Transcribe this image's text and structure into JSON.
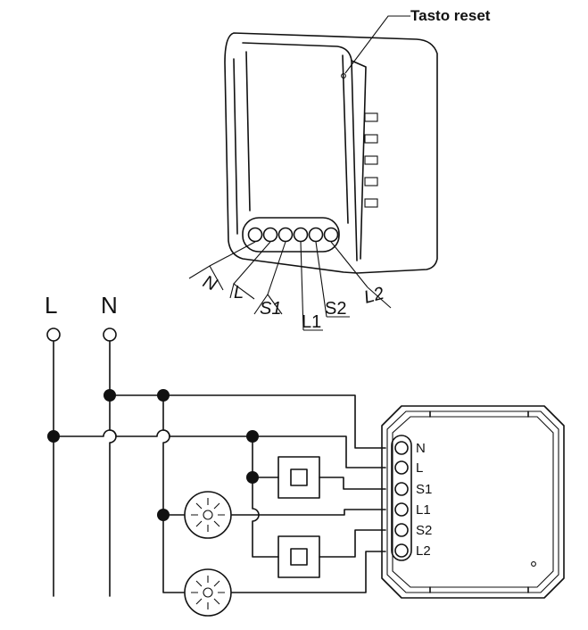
{
  "callout": {
    "reset_label": "Tasto reset"
  },
  "module_terminals": [
    "N",
    "L",
    "S1",
    "L1",
    "S2",
    "L2"
  ],
  "mains": {
    "live": "L",
    "neutral": "N"
  },
  "colors": {
    "line": "#111111",
    "background": "#ffffff"
  }
}
